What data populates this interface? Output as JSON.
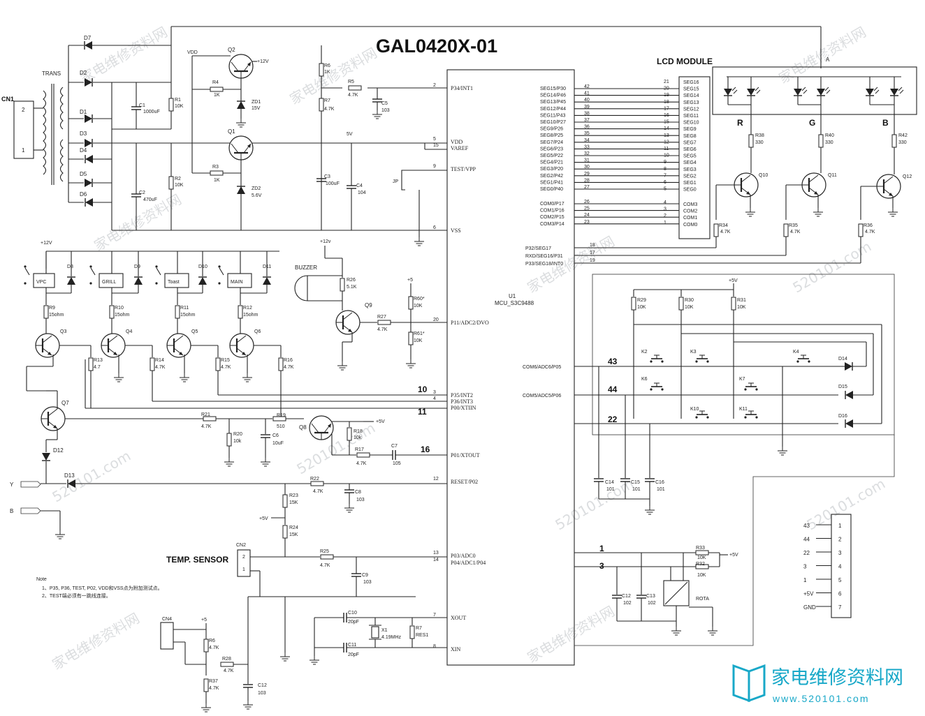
{
  "title": "GAL0420X-01",
  "mcu": {
    "ref": "U1",
    "part": "MCU_S3C9488",
    "left_pins": [
      {
        "num": "2",
        "name": "P34/INT1"
      },
      {
        "num": "5",
        "name": "VDD"
      },
      {
        "num": "15",
        "name": "VAREF"
      },
      {
        "num": "9",
        "name": "TEST/VPP"
      },
      {
        "num": "6",
        "name": "VSS"
      },
      {
        "num": "20",
        "name": "P11/ADC2/DVO"
      },
      {
        "num": "3",
        "name": "P35/INT2"
      },
      {
        "num": "4",
        "name": "P36/INT3"
      },
      {
        "num": "",
        "name": "P00/XTIIN"
      },
      {
        "num": "",
        "name": "P01/XTOUT"
      },
      {
        "num": "12",
        "name": "RESET/P02"
      },
      {
        "num": "13",
        "name": "P03/ADC0"
      },
      {
        "num": "14",
        "name": "P04/ADC1/P04"
      },
      {
        "num": "7",
        "name": "XOUT"
      },
      {
        "num": "8",
        "name": "XIN"
      }
    ],
    "seg_pins": [
      {
        "num": "42",
        "name": "SEG15/P30"
      },
      {
        "num": "41",
        "name": "SEG14/P46"
      },
      {
        "num": "40",
        "name": "SEG13/P45"
      },
      {
        "num": "39",
        "name": "SEG12/P44"
      },
      {
        "num": "38",
        "name": "SEG11/P43"
      },
      {
        "num": "37",
        "name": "SEG10/P27"
      },
      {
        "num": "36",
        "name": "SEG9/P26"
      },
      {
        "num": "35",
        "name": "SEG8/P25"
      },
      {
        "num": "34",
        "name": "SEG7/P24"
      },
      {
        "num": "33",
        "name": "SEG6/P23"
      },
      {
        "num": "32",
        "name": "SEG5/P22"
      },
      {
        "num": "31",
        "name": "SEG4/P21"
      },
      {
        "num": "30",
        "name": "SEG3/P20"
      },
      {
        "num": "29",
        "name": "SEG2/P42"
      },
      {
        "num": "28",
        "name": "SEG1/P41"
      },
      {
        "num": "27",
        "name": "SEG0/P40"
      }
    ],
    "com_pins": [
      {
        "num": "26",
        "name": "COM0/P17"
      },
      {
        "num": "25",
        "name": "COM1/P16"
      },
      {
        "num": "24",
        "name": "COM2/P15"
      },
      {
        "num": "23",
        "name": "COM3/P14"
      }
    ],
    "misc_pins": [
      {
        "num": "18",
        "name": "P32/SEG17"
      },
      {
        "num": "17",
        "name": "RXD/SEG16/P31"
      },
      {
        "num": "19",
        "name": "P33/SEG18/INT0"
      }
    ],
    "adc_pins": [
      {
        "name": "COM6/ADC6/P05"
      },
      {
        "name": "COM5/ADC5/P06"
      }
    ]
  },
  "lcd": {
    "title": "LCD MODULE",
    "pins": [
      {
        "num": "21",
        "name": "SEG16"
      },
      {
        "num": "20",
        "name": "SEG15"
      },
      {
        "num": "19",
        "name": "SEG14"
      },
      {
        "num": "18",
        "name": "SEG13"
      },
      {
        "num": "17",
        "name": "SEG12"
      },
      {
        "num": "16",
        "name": "SEG11"
      },
      {
        "num": "15",
        "name": "SEG10"
      },
      {
        "num": "14",
        "name": "SEG9"
      },
      {
        "num": "13",
        "name": "SEG8"
      },
      {
        "num": "12",
        "name": "SEG7"
      },
      {
        "num": "11",
        "name": "SEG6"
      },
      {
        "num": "10",
        "name": "SEG5"
      },
      {
        "num": "9",
        "name": "SEG4"
      },
      {
        "num": "8",
        "name": "SEG3"
      },
      {
        "num": "7",
        "name": "SEG2"
      },
      {
        "num": "6",
        "name": "SEG1"
      },
      {
        "num": "5",
        "name": "SEG0"
      }
    ],
    "com_pins": [
      {
        "num": "4",
        "name": "COM3"
      },
      {
        "num": "3",
        "name": "COM2"
      },
      {
        "num": "2",
        "name": "COM1"
      },
      {
        "num": "1",
        "name": "COM0"
      }
    ]
  },
  "power": {
    "cn1": "CN1",
    "cn1_pin_top": "2",
    "cn1_pin_bot": "1",
    "trans": "TRANS",
    "diodes": [
      "D7",
      "D2",
      "D1",
      "D3",
      "D4",
      "D5",
      "D6"
    ],
    "c1": "C1",
    "c1_val": "1000uF",
    "c2": "C2",
    "c2_val": "470uF",
    "r1": "R1",
    "r1_val": "10K",
    "r2": "R2",
    "r2_val": "10K",
    "vdd": "VDD",
    "v12": "+12V",
    "q2": "Q2",
    "q1": "Q1",
    "r4": "R4",
    "r4_val": "1K",
    "r3": "R3",
    "r3_val": "1K",
    "zd1": "ZD1",
    "zd1_val": "15V",
    "zd2": "ZD2",
    "zd2_val": "5.6V",
    "r6": "R6",
    "r6_val": "1K",
    "r7": "R7",
    "r7_val": "4.7K",
    "r5": "R5",
    "r5_val": "4.7K",
    "c5": "C5",
    "c5_val": "103",
    "c3": "C3",
    "c3_val": "100uF",
    "c4": "C4",
    "c4_val": "104",
    "v5": "5V",
    "jp": "JP"
  },
  "relays": {
    "v12": "+12V",
    "items": [
      {
        "name": "VPC",
        "diode": "D8",
        "r": "R9",
        "r_val": "15ohm",
        "q": "Q3",
        "rb": "R13",
        "rb_val": "4.7"
      },
      {
        "name": "GRILL",
        "diode": "D9",
        "r": "R10",
        "r_val": "15ohm",
        "q": "Q4",
        "rb": "R14",
        "rb_val": "4.7K"
      },
      {
        "name": "Toast",
        "diode": "D10",
        "r": "R11",
        "r_val": "15ohm",
        "q": "Q5",
        "rb": "R15",
        "rb_val": "4.7K"
      },
      {
        "name": "MAIN",
        "diode": "D11",
        "r": "R12",
        "r_val": "15ohm",
        "q": "Q6",
        "rb": "R16",
        "rb_val": "4.7K"
      }
    ],
    "q7": "Q7",
    "d12": "D12",
    "d13": "D13",
    "r21": "R21",
    "r21_val": "4.7K",
    "r20": "R20",
    "r20_val": "10k",
    "r19": "R19",
    "r19_val": "510",
    "c6": "C6",
    "c6_val": "10uF",
    "q8": "Q8",
    "v5": "+5V",
    "r18": "R18",
    "r18_val": "10k",
    "r17": "R17",
    "r17_val": "4.7K",
    "c7": "C7",
    "c7_val": "105",
    "net10": "10",
    "net11": "11",
    "net16": "16",
    "y": "Y",
    "b": "B"
  },
  "buzzer": {
    "label": "BUZZER",
    "v12": "+12v",
    "r26": "R26",
    "r26_val": "5.1K",
    "q9": "Q9",
    "r27": "R27",
    "r27_val": "4.7K",
    "v5": "+5",
    "r60": "R60*",
    "r60_val": "10K",
    "r61": "R61*",
    "r61_val": "10K"
  },
  "reset": {
    "r22": "R22",
    "r22_val": "4.7K",
    "c8": "C8",
    "c8_val": "103",
    "r23": "R23",
    "r23_val": "15K",
    "r24": "R24",
    "r24_val": "15K",
    "v5": "+5V"
  },
  "temp": {
    "label": "TEMP. SENSOR",
    "cn2": "CN2",
    "pin2": "2",
    "pin1": "1",
    "r25": "R25",
    "r25_val": "4.7K",
    "c9": "C9",
    "c9_val": "103"
  },
  "osc": {
    "c10": "C10",
    "c10_val": "20pF",
    "c11": "C11",
    "c11_val": "20pF",
    "x1": "X1",
    "x1_val": "4.19MHz",
    "r7": "R7",
    "r7_val": "RES1"
  },
  "cn4": {
    "ref": "CN4",
    "v5": "+5",
    "r6": "R6",
    "r6_val": "4.7K",
    "r28": "R28",
    "r28_val": "4.7K",
    "r37": "R37",
    "r37_val": "4.7K",
    "c12": "C12",
    "c12_val": "103"
  },
  "note": {
    "title": "Note",
    "line1": "1、P35, P36, TEST, P02, VDD和VSS点为附加测试点。",
    "line2": "2、TEST端必须有一跳线连接。"
  },
  "leds": {
    "block": "A",
    "r": "R",
    "g": "G",
    "b": "B",
    "r38": "R38",
    "r38_val": "330",
    "r40": "R40",
    "r40_val": "330",
    "r42": "R42",
    "r42_val": "330",
    "q10": "Q10",
    "q11": "Q11",
    "q12": "Q12",
    "r34": "R34",
    "r34_val": "4.7K",
    "r35": "R35",
    "r35_val": "4.7K",
    "r36": "R36",
    "r36_val": "4.7K"
  },
  "keys": {
    "v5": "+5V",
    "r29": "R29",
    "r29_val": "10K",
    "r30": "R30",
    "r30_val": "10K",
    "r31": "R31",
    "r31_val": "10K",
    "k2": "K2",
    "k3": "K3",
    "k4": "K4",
    "k6": "K6",
    "k7": "K7",
    "k10": "K10",
    "k11": "K11",
    "d14": "D14",
    "d15": "D15",
    "d16": "D16",
    "net43": "43",
    "net44": "44",
    "net22": "22",
    "c14": "C14",
    "c14_val": "101",
    "c15": "C15",
    "c15_val": "101",
    "c16": "C16",
    "c16_val": "101"
  },
  "encoder": {
    "net1": "1",
    "net3": "3",
    "v5": "+5V",
    "r33": "R33",
    "r33_val": "10K",
    "r32": "R32",
    "r32_val": "10K",
    "c12": "C12",
    "c12_val": "102",
    "c13": "C13",
    "c13_val": "102",
    "label": "ROTA"
  },
  "connector": {
    "pins": [
      {
        "net": "43",
        "pin": "1"
      },
      {
        "net": "44",
        "pin": "2"
      },
      {
        "net": "22",
        "pin": "3"
      },
      {
        "net": "3",
        "pin": "4"
      },
      {
        "net": "1",
        "pin": "5"
      },
      {
        "net": "+5V",
        "pin": "6"
      },
      {
        "net": "GND",
        "pin": "7"
      }
    ]
  },
  "watermarks": [
    "家电维修资料网",
    "520101.com"
  ],
  "logo": {
    "cn": "家电维修资料网",
    "url": "www.520101.com"
  }
}
